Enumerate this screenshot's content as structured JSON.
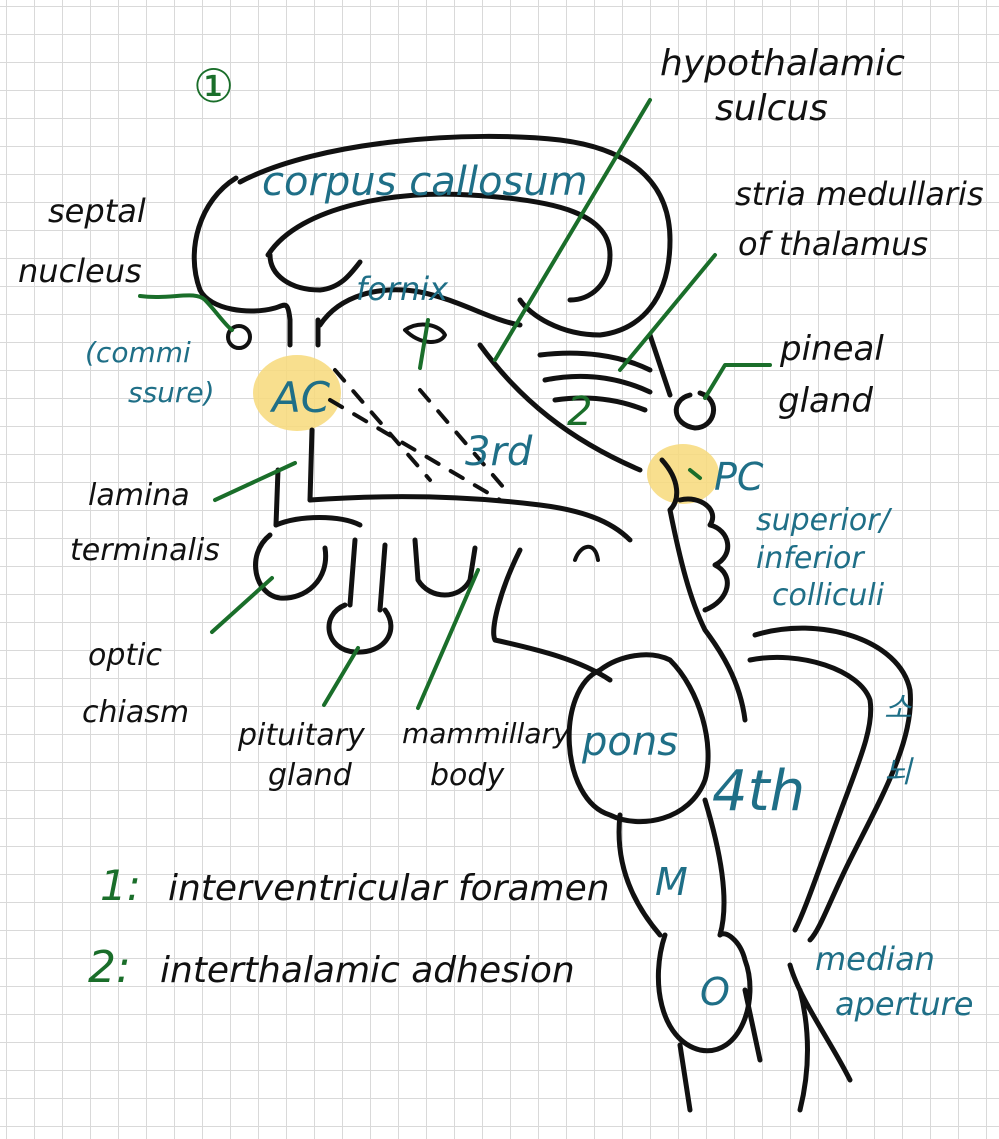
{
  "marker": "①",
  "labels": {
    "hypothalamic_sulcus_1": "hypothalamic",
    "hypothalamic_sulcus_2": "sulcus",
    "corpus_callosum": "corpus callosum",
    "stria_1": "stria medullaris",
    "stria_2": "of thalamus",
    "septal_1": "septal",
    "septal_2": "nucleus",
    "fornix": "fornix",
    "pineal_1": "pineal",
    "pineal_2": "gland",
    "commissure_1": "(commi",
    "commissure_2": "ssure)",
    "ac": "AC",
    "third": "3rd",
    "two": "2",
    "pc": "PC",
    "colliculi_1": "superior/",
    "colliculi_2": "inferior",
    "colliculi_3": "colliculi",
    "lamina_1": "lamina",
    "lamina_2": "terminalis",
    "optic_1": "optic",
    "optic_2": "chiasm",
    "pituitary_1": "pituitary",
    "pituitary_2": "gland",
    "mammillary_1": "mammillary",
    "mammillary_2": "body",
    "pons": "pons",
    "fourth": "4th",
    "korean_1": "소",
    "korean_2": "뇌",
    "m": "M",
    "o": "O",
    "median_1": "median",
    "median_2": "aperture"
  },
  "legend": {
    "item1_num": "1:",
    "item1_text": "interventricular foramen",
    "item2_num": "2:",
    "item2_text": "interthalamic adhesion"
  },
  "colors": {
    "ink": "#111111",
    "teal": "#1f6f87",
    "green": "#1a6e2a",
    "highlight": "#f7d97a"
  }
}
